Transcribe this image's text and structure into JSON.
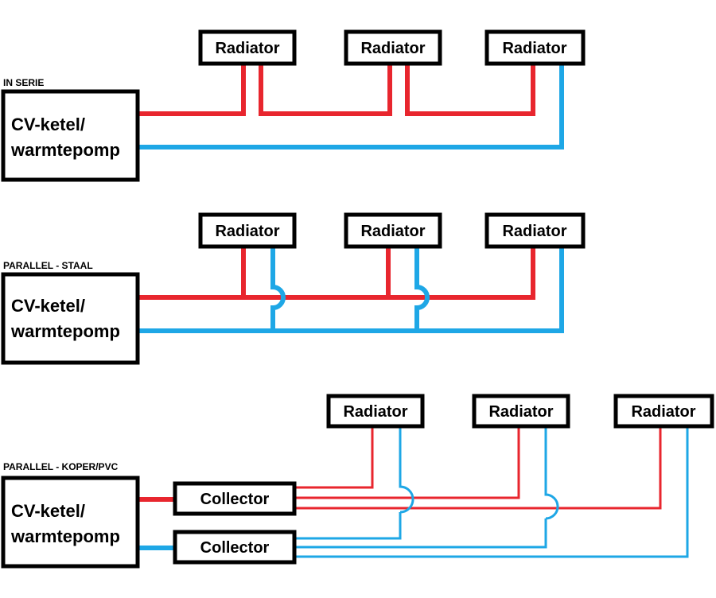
{
  "colors": {
    "supply": "#e8262e",
    "return": "#1ea7e6",
    "outline": "#000000"
  },
  "labels": {
    "radiator": "Radiator",
    "boiler_line1": "CV-ketel/",
    "boiler_line2": "warmtepomp",
    "collector": "Collector"
  },
  "sections": [
    {
      "id": "serie",
      "title": "IN SERIE"
    },
    {
      "id": "staal",
      "title": "PARALLEL - STAAL"
    },
    {
      "id": "koper",
      "title": "PARALLEL - KOPER/PVC"
    }
  ]
}
